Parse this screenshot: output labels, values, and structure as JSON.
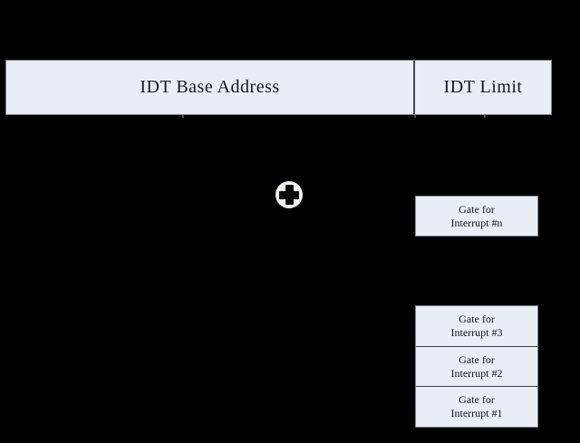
{
  "colors": {
    "background": "#000000",
    "box_fill": "#e8edf6",
    "box_border": "#7d838d",
    "divider_dark": "#42464d",
    "row_divider": "#3f444b",
    "text": "#15181c",
    "circle_fill": "#eef2fa",
    "cross": "#0a0a0a"
  },
  "idtr_register": {
    "base_address_label": "IDT Base Address",
    "limit_label": "IDT Limit"
  },
  "idt_table": {
    "gate_top": {
      "line1": "Gate for",
      "line2": "Interrupt #n"
    },
    "gates": [
      {
        "line1": "Gate for",
        "line2": "Interrupt #3"
      },
      {
        "line1": "Gate for",
        "line2": "Interrupt #2"
      },
      {
        "line1": "Gate for",
        "line2": "Interrupt #1"
      }
    ]
  }
}
